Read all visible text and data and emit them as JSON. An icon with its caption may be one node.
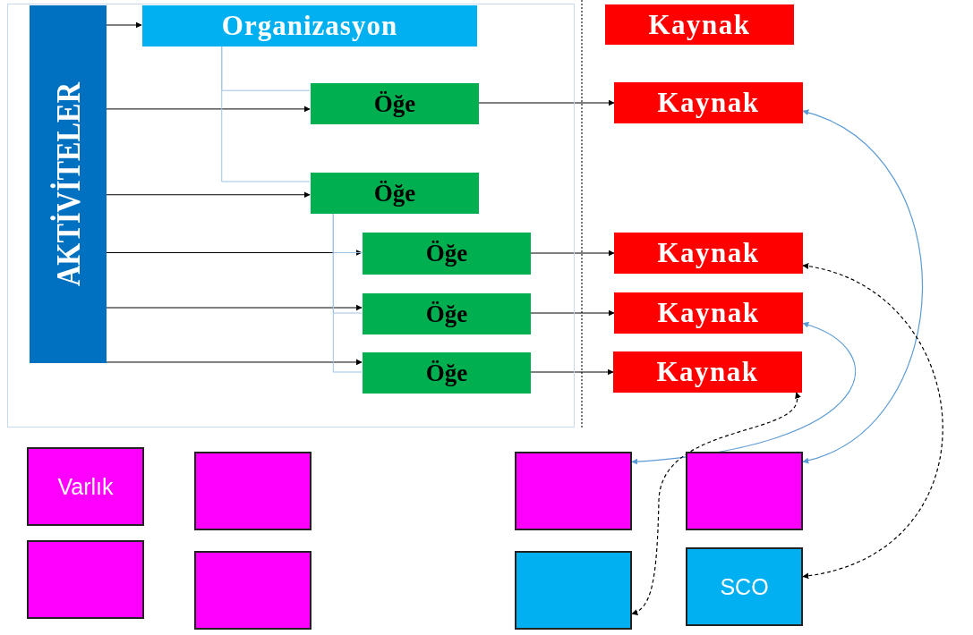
{
  "diagram": {
    "nodes": [
      {
        "text": [],
        "shape": "box"
      },
      {
        "text": [
          "AKTİVİTELER"
        ],
        "in": 0
      },
      {
        "text": [
          "Organizasyon"
        ],
        "in": 0
      },
      {
        "text": [
          "Öğe"
        ],
        "in": 0
      },
      {
        "text": [
          "Öğe"
        ],
        "in": 0
      },
      {
        "text": [
          "Öğe"
        ],
        "in": 0
      },
      {
        "text": [
          "Öğe"
        ],
        "in": 0
      },
      {
        "text": [
          "Öğe"
        ],
        "in": 0
      },
      {
        "text": [
          "Kaynak"
        ]
      },
      {
        "text": [
          "Kaynak"
        ]
      },
      {
        "text": [
          "Kaynak"
        ]
      },
      {
        "text": [
          "Kaynak"
        ]
      },
      {
        "text": [
          "Kaynak"
        ]
      },
      {
        "text": [
          "Varlık"
        ]
      },
      {
        "text": [],
        "shape": "box"
      },
      {
        "text": [],
        "shape": "box"
      },
      {
        "text": [],
        "shape": "box"
      },
      {
        "text": [],
        "shape": "box"
      },
      {
        "text": [],
        "shape": "box"
      },
      {
        "text": [],
        "shape": "box"
      },
      {
        "text": [
          "SCO"
        ]
      }
    ],
    "edges": [
      {
        "from": 1,
        "to": 2,
        "arrow": "to"
      },
      {
        "from": 1,
        "to": 3,
        "arrow": "to"
      },
      {
        "from": 1,
        "to": 4,
        "arrow": "to"
      },
      {
        "from": 1,
        "to": 5,
        "arrow": "to"
      },
      {
        "from": 1,
        "to": 6,
        "arrow": "to"
      },
      {
        "from": 1,
        "to": 7,
        "arrow": "to"
      },
      {
        "from": 2,
        "to": 3,
        "arrow": "none",
        "color": "#9dc3e6"
      },
      {
        "from": 2,
        "to": 4,
        "arrow": "none",
        "color": "#9dc3e6"
      },
      {
        "from": 4,
        "to": 5,
        "arrow": "none",
        "color": "#9dc3e6"
      },
      {
        "from": 4,
        "to": 6,
        "arrow": "none",
        "color": "#9dc3e6"
      },
      {
        "from": 4,
        "to": 7,
        "arrow": "none",
        "color": "#9dc3e6"
      },
      {
        "from": 3,
        "to": 9,
        "arrow": "to"
      },
      {
        "from": 5,
        "to": 10,
        "arrow": "to"
      },
      {
        "from": 6,
        "to": 11,
        "arrow": "to"
      },
      {
        "from": 7,
        "to": 12,
        "arrow": "to"
      },
      {
        "from": 9,
        "to": 18,
        "arrow": "both",
        "color": "#5b9bd5"
      },
      {
        "from": 11,
        "to": 17,
        "arrow": "both",
        "color": "#5b9bd5"
      },
      {
        "from": 10,
        "to": 20,
        "arrow": "both",
        "style": "dashed"
      },
      {
        "from": 12,
        "to": 19,
        "arrow": "both",
        "style": "dashed"
      }
    ]
  }
}
